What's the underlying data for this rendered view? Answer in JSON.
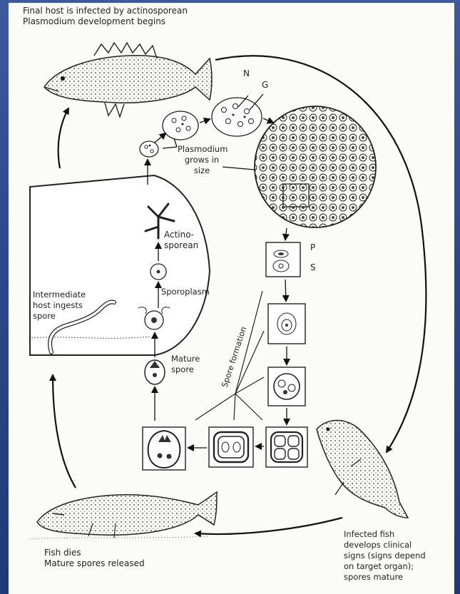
{
  "labels": {
    "final_host_line1": "Final host is infected by actinosporean",
    "final_host_line2": "Plasmodium development begins",
    "n": "N",
    "g": "G",
    "plasmodium_line1": "Plasmodium",
    "plasmodium_line2": "grows in",
    "plasmodium_line3": "size",
    "actino_line1": "Actino-",
    "actino_line2": "sporean",
    "sporoplasm": "Sporoplasm",
    "intermediate_line1": "Intermediate",
    "intermediate_line2": "host ingests",
    "intermediate_line3": "spore",
    "mature_line1": "Mature",
    "mature_line2": "spore",
    "spore_formation": "Spore formation",
    "p": "P",
    "s": "S",
    "fish_dies_line1": "Fish dies",
    "fish_dies_line2": "Mature spores released",
    "infected_line1": "Infected fish",
    "infected_line2": "develops clinical",
    "infected_line3": "signs (signs depend",
    "infected_line4": "on target organ);",
    "infected_line5": "spores mature"
  },
  "colors": {
    "background": "#2c4a8c",
    "paper": "#fbfbf8",
    "ink": "#222222"
  }
}
